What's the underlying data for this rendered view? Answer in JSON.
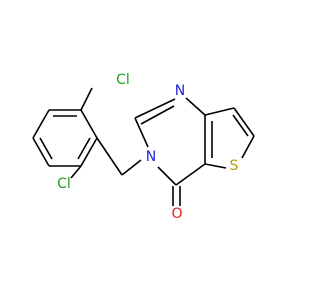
{
  "molecule": {
    "atoms": [
      {
        "id": "Cl1",
        "label": "Cl",
        "color": "#1fa01f"
      },
      {
        "id": "Cl2",
        "label": "Cl",
        "color": "#1fa01f"
      },
      {
        "id": "N1",
        "label": "N",
        "color": "#1f1fe0"
      },
      {
        "id": "N2",
        "label": "N",
        "color": "#1f1fe0"
      },
      {
        "id": "S1",
        "label": "S",
        "color": "#b8a000"
      },
      {
        "id": "O1",
        "label": "O",
        "color": "#e01f1f"
      }
    ],
    "bond_color": "#000000"
  }
}
